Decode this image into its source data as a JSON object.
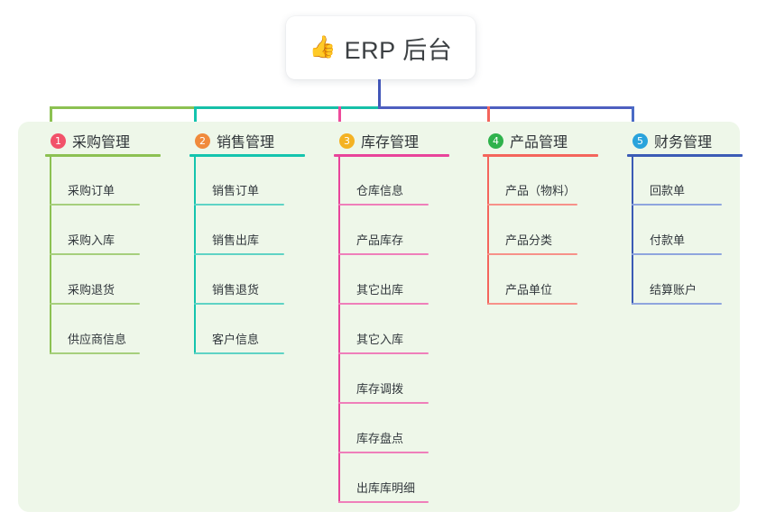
{
  "root": {
    "emoji": "👍",
    "emoji_name": "thumbs-up-icon",
    "title": "ERP 后台"
  },
  "colors": {
    "panel_background": "#eef7e9",
    "page_background": "#ffffff",
    "root_connector": "#4256b8",
    "branch_bar_left": "#8cc152",
    "branch_bar_mid": "#16c0a8",
    "branch_bar_right": "#4e5fc0"
  },
  "columns": [
    {
      "number": "1",
      "title": "采购管理",
      "badge_color": "#f2526a",
      "line_color": "#8cc152",
      "item_line_color": "#a6cf7c",
      "drop_color": "#8cc152",
      "items": [
        "采购订单",
        "采购入库",
        "采购退货",
        "供应商信息"
      ]
    },
    {
      "number": "2",
      "title": "销售管理",
      "badge_color": "#f08a3c",
      "line_color": "#14c4ae",
      "item_line_color": "#5fd3c5",
      "drop_color": "#14c4ae",
      "items": [
        "销售订单",
        "销售出库",
        "销售退货",
        "客户信息"
      ]
    },
    {
      "number": "3",
      "title": "库存管理",
      "badge_color": "#f4b223",
      "line_color": "#e8449a",
      "item_line_color": "#ef7fba",
      "drop_color": "#ee4b9b",
      "items": [
        "仓库信息",
        "产品库存",
        "其它出库",
        "其它入库",
        "库存调拨",
        "库存盘点",
        "出库库明细"
      ]
    },
    {
      "number": "4",
      "title": "产品管理",
      "badge_color": "#2fb24c",
      "line_color": "#f4655c",
      "item_line_color": "#f79189",
      "drop_color": "#f4655c",
      "items": [
        "产品（物料）",
        "产品分类",
        "产品单位"
      ]
    },
    {
      "number": "5",
      "title": "财务管理",
      "badge_color": "#29a3dc",
      "line_color": "#3b5bb5",
      "item_line_color": "#8fa5de",
      "drop_color": "#4a6bc6",
      "items": [
        "回款单",
        "付款单",
        "结算账户"
      ]
    }
  ]
}
